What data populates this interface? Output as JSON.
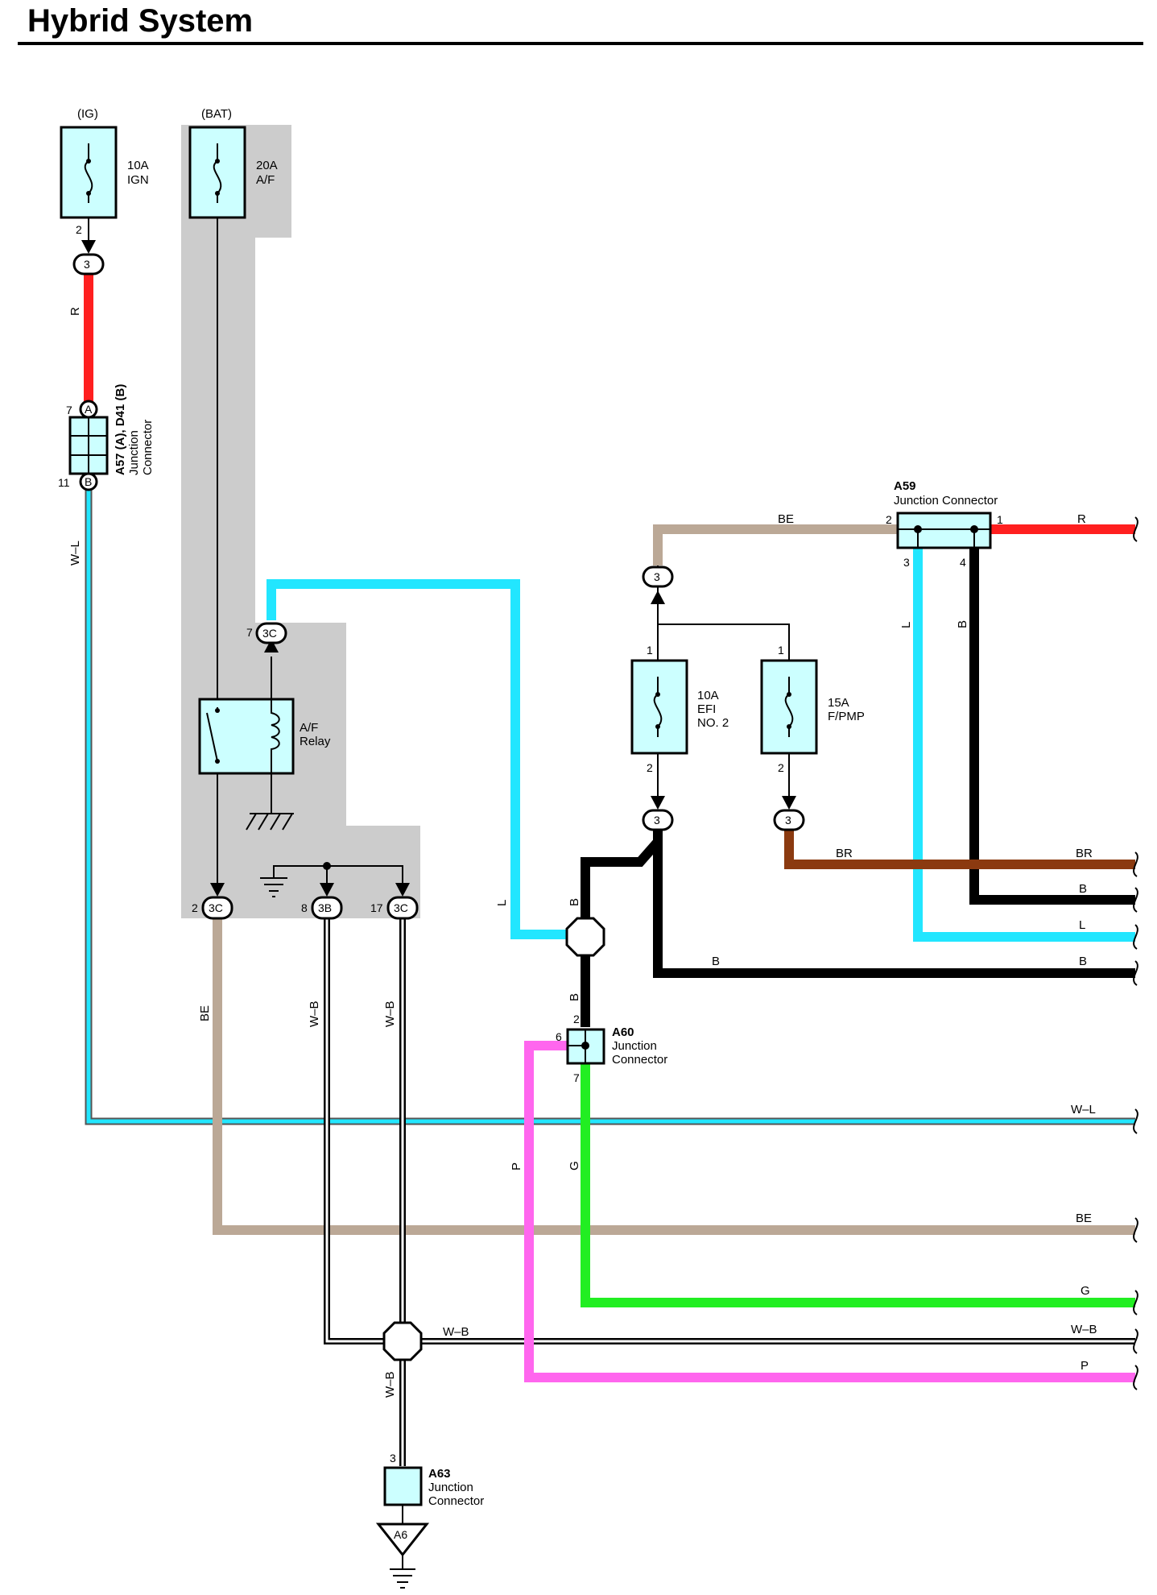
{
  "title": "Hybrid System",
  "colors": {
    "R": "#ff1f1f",
    "L": "#22e6ff",
    "B": "#000000",
    "BE": "#bba896",
    "BR": "#8b3a10",
    "G": "#22ee22",
    "P": "#ff66ee",
    "W-L": "#22e6ff",
    "W-B": "#000000",
    "box": "#ccffff",
    "shade": "#cccccc"
  },
  "sources": {
    "ig": "(IG)",
    "bat": "(BAT)"
  },
  "fuses": {
    "ign": {
      "amp": "10A",
      "name": "IGN",
      "pin_out": "2"
    },
    "af": {
      "amp": "20A",
      "name": "A/F"
    },
    "efi2": {
      "amp": "10A",
      "name1": "EFI",
      "name2": "NO. 2",
      "pin_in": "1",
      "pin_out": "2"
    },
    "fpmp": {
      "amp": "15A",
      "name": "F/PMP",
      "pin_in": "1",
      "pin_out": "2"
    }
  },
  "relay": {
    "name1": "A/F",
    "name2": "Relay"
  },
  "connectors": {
    "c3": "3",
    "c3c": "3C",
    "c3b": "3B",
    "pin7": "7",
    "pin2": "2",
    "pin8": "8",
    "pin17": "17"
  },
  "junctions": {
    "a57": {
      "id": "A57 (A), D41 (B)",
      "line1": "Junction",
      "line2": "Connector",
      "pinA": "A",
      "pinB": "B",
      "pinA_num": "7",
      "pinB_num": "11"
    },
    "a59": {
      "id": "A59",
      "name": "Junction Connector",
      "p1": "1",
      "p2": "2",
      "p3": "3",
      "p4": "4"
    },
    "a60": {
      "id": "A60",
      "line1": "Junction",
      "line2": "Connector",
      "p2": "2",
      "p6": "6",
      "p7": "7"
    },
    "a63": {
      "id": "A63",
      "line1": "Junction",
      "line2": "Connector",
      "p3": "3"
    },
    "ground": "A6"
  },
  "wires": {
    "R": "R",
    "WL": "W–L",
    "BE": "BE",
    "WB": "W–B",
    "L": "L",
    "B": "B",
    "BR": "BR",
    "G": "G",
    "P": "P"
  }
}
